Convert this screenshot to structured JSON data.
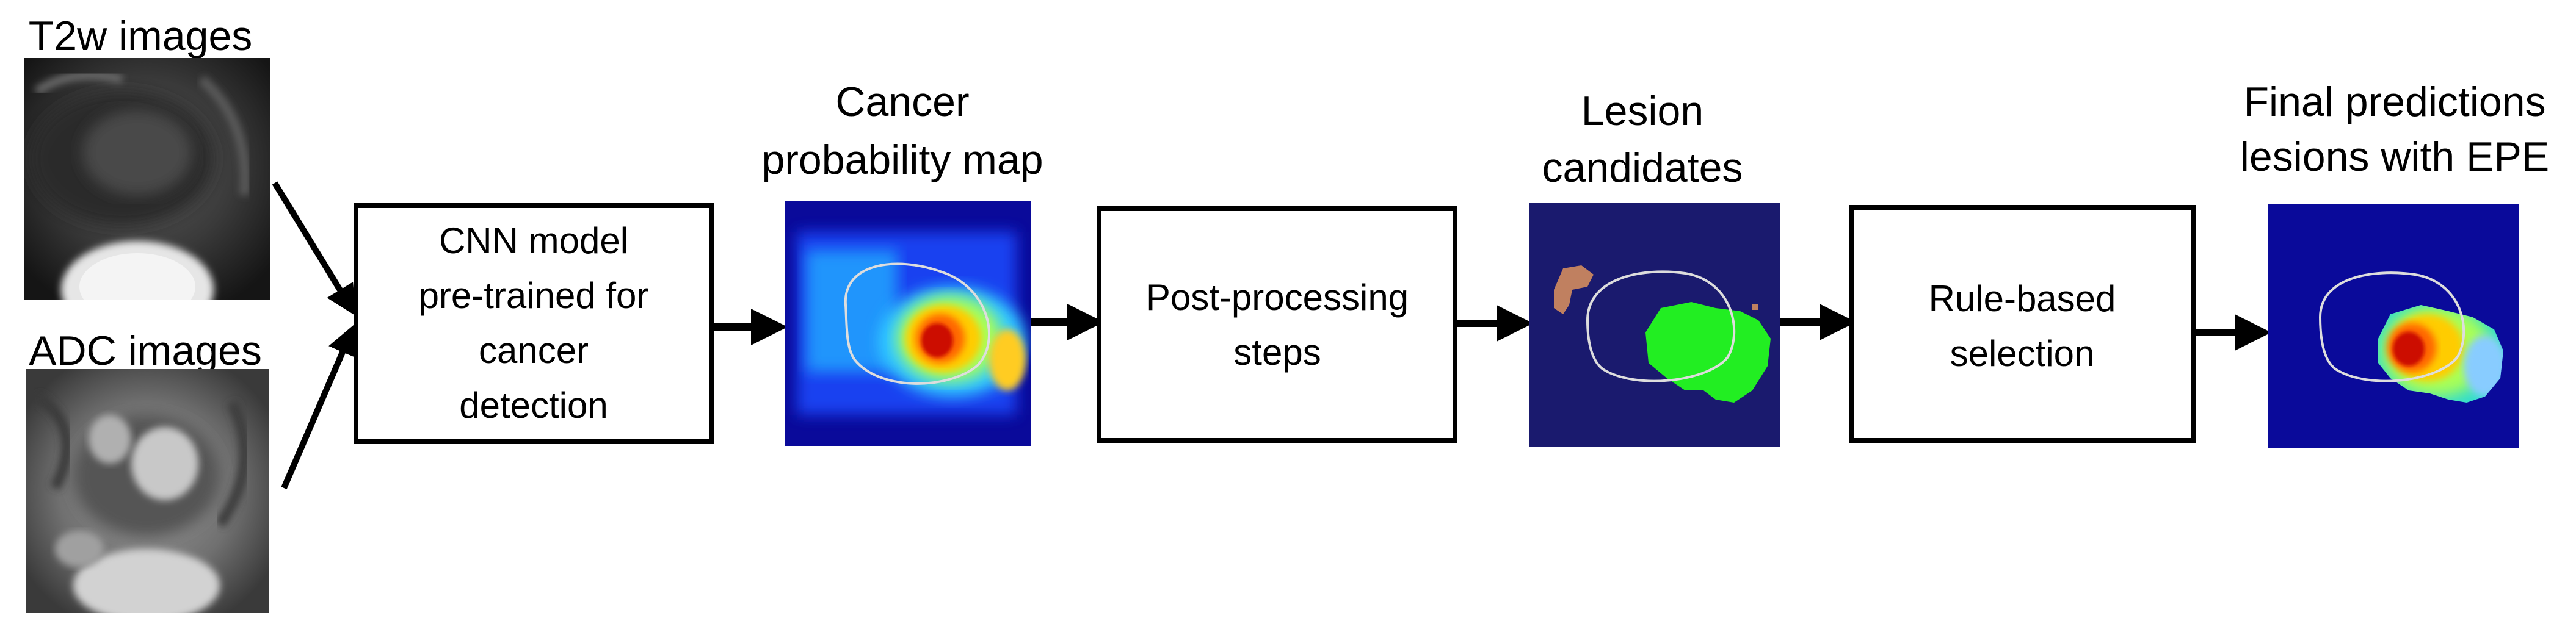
{
  "labels": {
    "t2w": "T2w images",
    "adc": "ADC images",
    "cancer_map_line1": "Cancer",
    "cancer_map_line2": "probability map",
    "lesion_line1": "Lesion",
    "lesion_line2": "candidates",
    "final_line1": "Final predictions",
    "final_line2": "lesions with EPE"
  },
  "steps": {
    "cnn_line1": "CNN model",
    "cnn_line2": "pre-trained for",
    "cnn_line3": "cancer",
    "cnn_line4": "detection",
    "post_line1": "Post-processing",
    "post_line2": "steps",
    "rule_line1": "Rule-based",
    "rule_line2": "selection"
  },
  "colors": {
    "map_background": "#0a0a9a",
    "lesion_background": "#1a1a6e",
    "lesion_green": "#22ee22",
    "lesion_brown": "#c08060",
    "heat_red": "#cc1100",
    "heat_yellow": "#ffcc00",
    "contour": "#dddddd"
  }
}
